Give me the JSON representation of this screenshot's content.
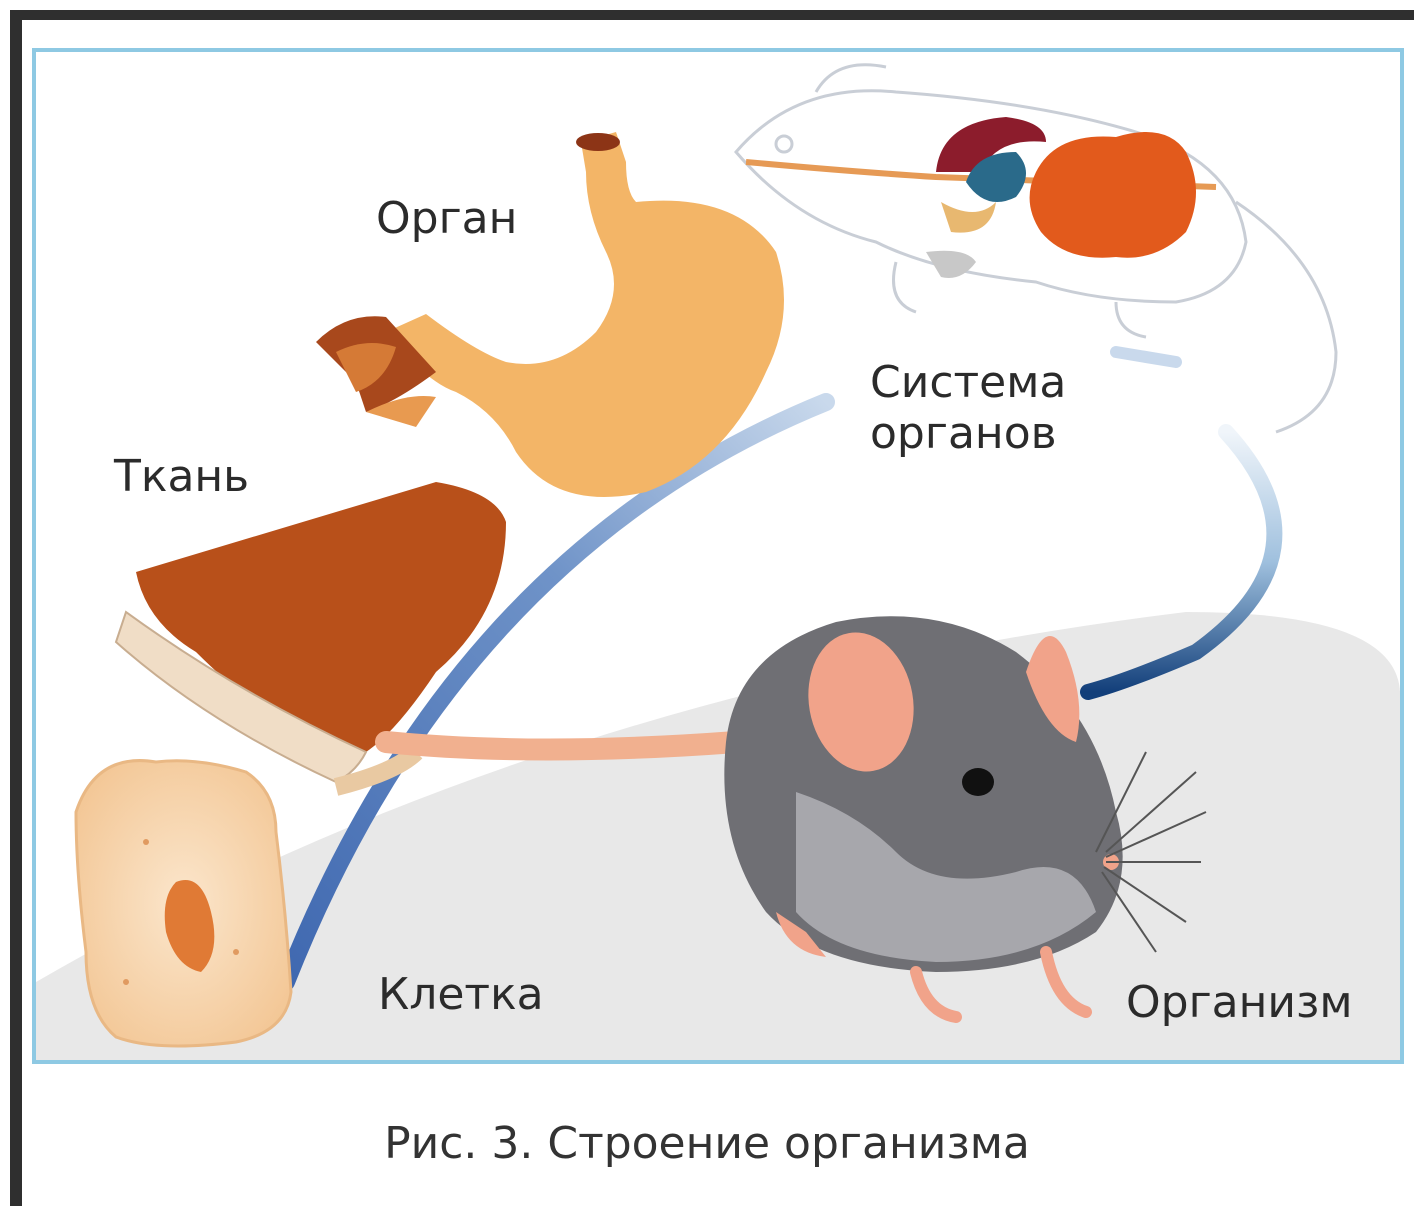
{
  "labels": {
    "organ": "Орган",
    "tissue": "Ткань",
    "organ_system": "Система\nорганов",
    "cell": "Клетка",
    "organism": "Организм"
  },
  "caption": "Рис. 3. Строение организма",
  "colors": {
    "frame_border": "#8ec9e3",
    "arc": "#4e74b8",
    "stomach": "#f2b061",
    "tissue": "#b85018",
    "cell": "#f8d8b0",
    "mouse": "#707075",
    "ground_shadow": "#e6e6e6"
  }
}
